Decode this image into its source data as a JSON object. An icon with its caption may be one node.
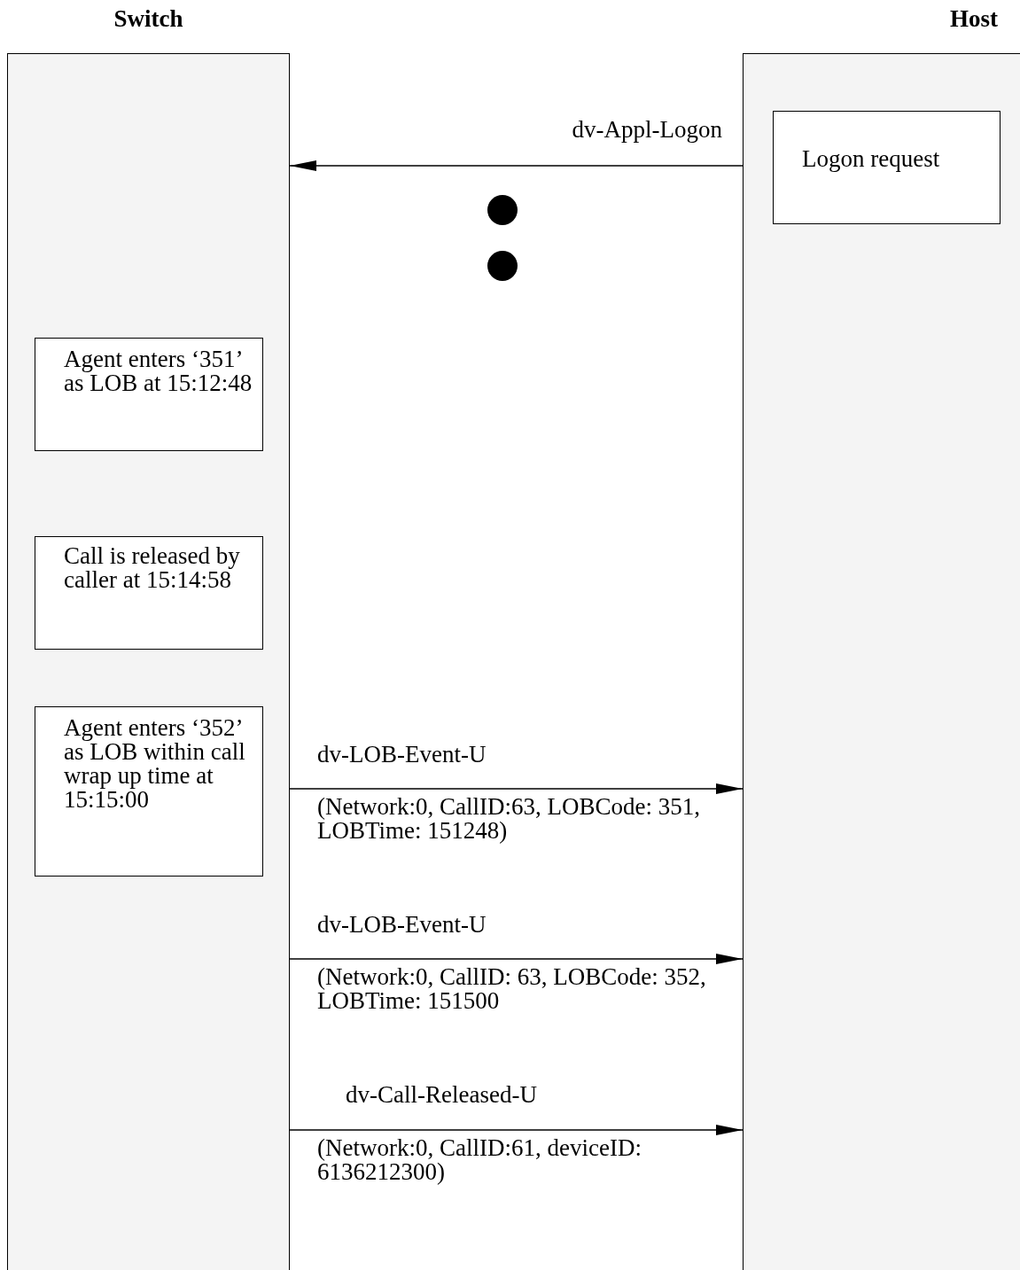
{
  "diagram": {
    "nodes": [
      {
        "text": [
          "Switch"
        ]
      },
      {
        "text": [
          "Host"
        ]
      },
      {
        "text": [
          "Logon request"
        ],
        "in": 1
      },
      {
        "text": [
          "Agent enters ‘351’ as LOB at 15:12:48"
        ],
        "in": 0
      },
      {
        "text": [
          "Call is released by caller at 15:14:58"
        ],
        "in": 0
      },
      {
        "text": [
          "Agent enters ‘352’ as LOB within call wrap up time at 15:15:00"
        ],
        "in": 0
      }
    ],
    "edges": [
      {
        "from": 1,
        "to": 0,
        "arrow": "to",
        "label": "dv-Appl-Logon"
      },
      {
        "from": 0,
        "to": 1,
        "arrow": "to",
        "label": "dv-LOB-Event-U"
      },
      {
        "from": 0,
        "to": 1,
        "arrow": "to",
        "label": "dv-LOB-Event-U"
      },
      {
        "from": 0,
        "to": 1,
        "arrow": "to",
        "label": "dv-Call-Released-U"
      }
    ],
    "labels": [
      "(Network:0, CallID:63, LOBCode: 351, LOBTime: 151248)",
      "(Network:0, CallID: 63, LOBCode: 352, LOBTime: 151500",
      "(Network:0, CallID:61, deviceID: 6136212300)"
    ]
  }
}
